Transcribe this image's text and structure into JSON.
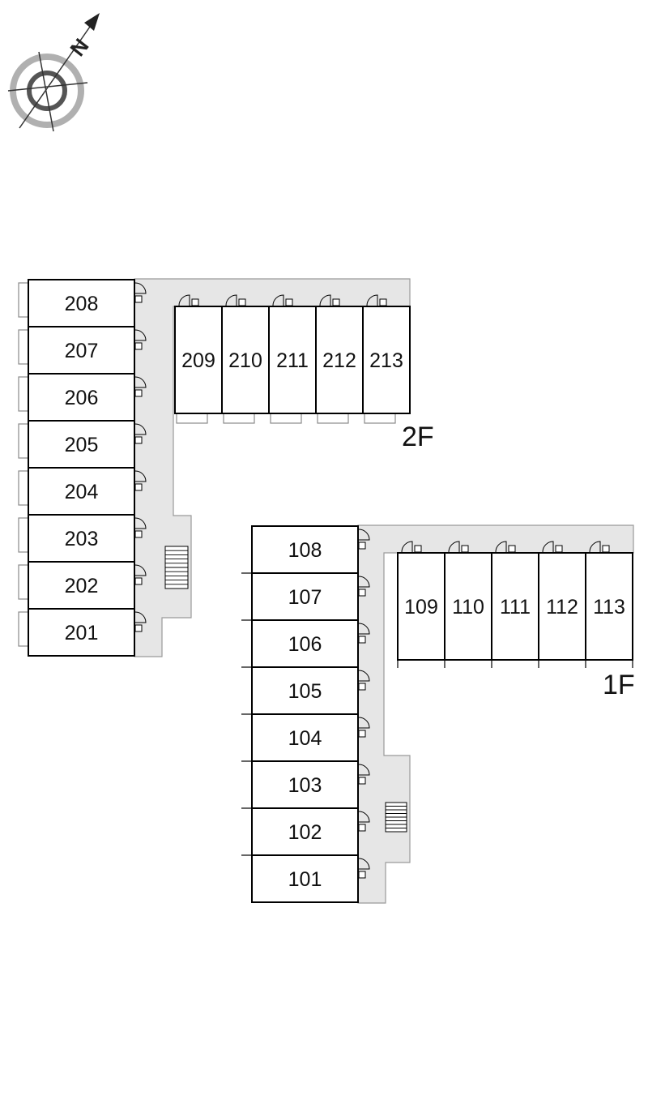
{
  "compass": {
    "north_label": "N",
    "icon": "compass-north-arrow-icon"
  },
  "floors": [
    {
      "label": "2F",
      "rooms_left": [
        "208",
        "207",
        "206",
        "205",
        "204",
        "203",
        "202",
        "201"
      ],
      "rooms_top": [
        "209",
        "210",
        "211",
        "212",
        "213"
      ]
    },
    {
      "label": "1F",
      "rooms_left": [
        "108",
        "107",
        "106",
        "105",
        "104",
        "103",
        "102",
        "101"
      ],
      "rooms_top": [
        "109",
        "110",
        "111",
        "112",
        "113"
      ]
    }
  ],
  "colors": {
    "corridor": "#e6e6e6",
    "wall": "#000000",
    "background": "#ffffff"
  }
}
